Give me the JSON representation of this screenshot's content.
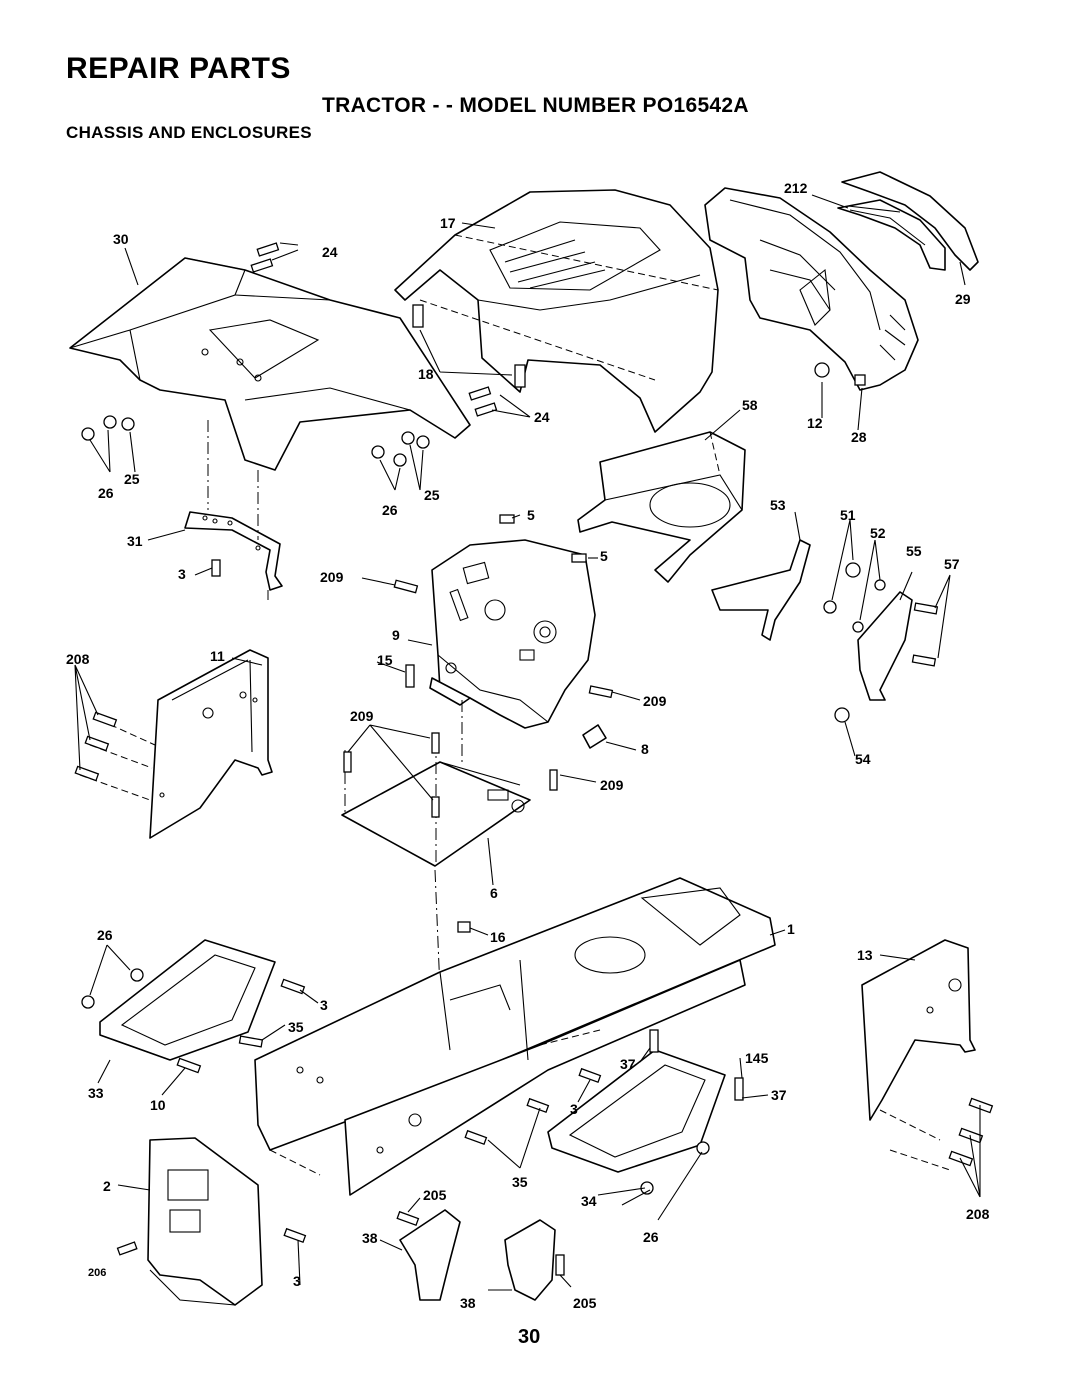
{
  "header": {
    "title": "REPAIR PARTS",
    "subtitle": "TRACTOR - - MODEL NUMBER PO16542A",
    "section": "CHASSIS AND ENCLOSURES"
  },
  "page_number": "30",
  "callouts": {
    "c212": "212",
    "c17": "17",
    "c30": "30",
    "c24a": "24",
    "c29": "29",
    "c18": "18",
    "c24b": "24",
    "c58": "58",
    "c12": "12",
    "c28": "28",
    "c25a": "25",
    "c26a": "26",
    "c25b": "25",
    "c26b": "26",
    "c5a": "5",
    "c53": "53",
    "c51": "51",
    "c52": "52",
    "c31": "31",
    "c5b": "5",
    "c55": "55",
    "c57": "57",
    "c3a": "3",
    "c209a": "209",
    "c9": "9",
    "c208a": "208",
    "c11": "11",
    "c15": "15",
    "c209b": "209",
    "c209c": "209",
    "c8": "8",
    "c54": "54",
    "c209d": "209",
    "c6": "6",
    "c26c": "26",
    "c16": "16",
    "c1": "1",
    "c13": "13",
    "c3b": "3",
    "c35a": "35",
    "c145": "145",
    "c37a": "37",
    "c33": "33",
    "c10": "10",
    "c37b": "37",
    "c3c": "3",
    "c2": "2",
    "c35b": "35",
    "c205a": "205",
    "c34": "34",
    "c208b": "208",
    "c38a": "38",
    "c26d": "26",
    "c206": "206",
    "c3d": "3",
    "c38b": "38",
    "c205b": "205"
  }
}
